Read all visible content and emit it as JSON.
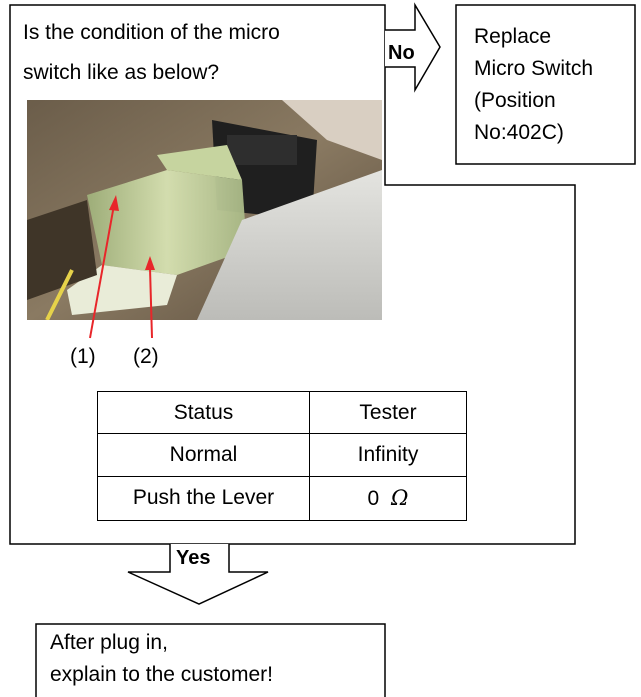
{
  "question": {
    "line1": "Is the condition of the micro",
    "line2": "switch like as below?"
  },
  "no_label": "No",
  "yes_label": "Yes",
  "replace_box": {
    "line1": "Replace",
    "line2": "Micro Switch",
    "line3": "(Position",
    "line4": "No:402C)"
  },
  "photo": {
    "labels": [
      "(1)",
      "(2)"
    ],
    "arrow_color": "#e8262a"
  },
  "status_table": {
    "headers": [
      "Status",
      "Tester"
    ],
    "rows": [
      [
        "Normal",
        "Infinity"
      ],
      [
        "Push the Lever",
        "0"
      ]
    ],
    "unit_symbol": "Ω"
  },
  "result_box": {
    "line1": "After plug in,",
    "line2": "explain to the customer!"
  }
}
